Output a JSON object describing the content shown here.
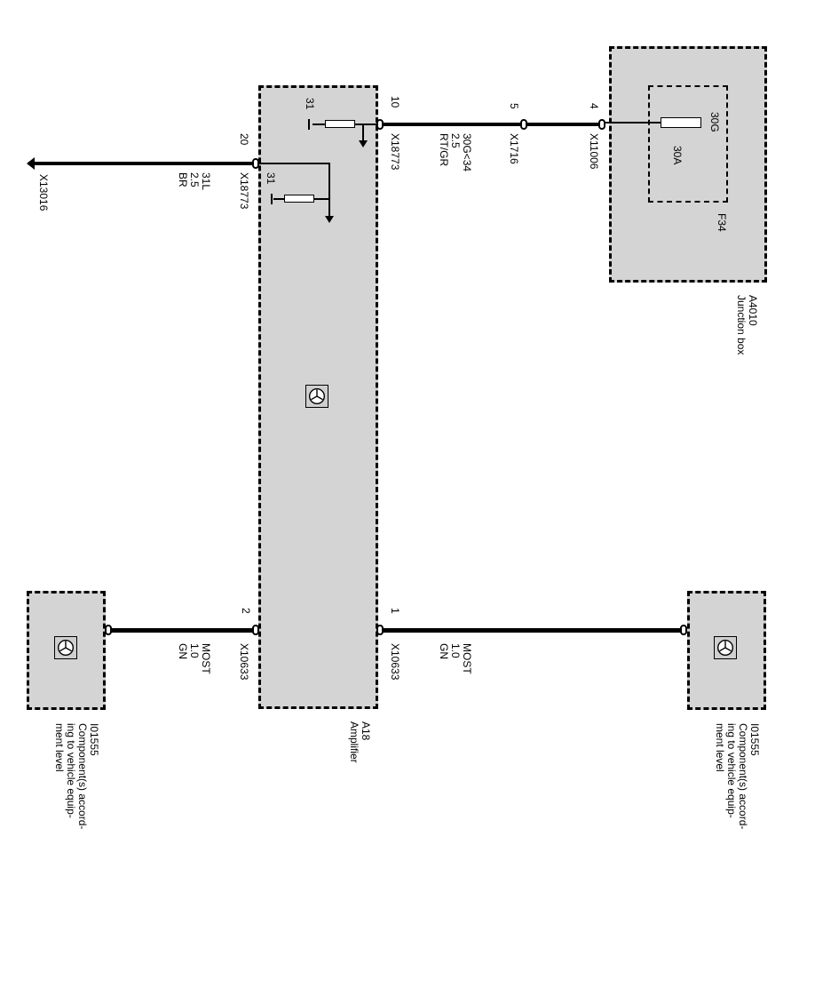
{
  "junction_box": {
    "id": "A4010",
    "name": "Junction box",
    "fuse": "F34",
    "fuse_in": "30G",
    "fuse_out": "30A"
  },
  "amplifier": {
    "id": "A18",
    "name": "Amplifier"
  },
  "component_top": {
    "id": "I01555",
    "lines": [
      "Component(s) accord-",
      "ing to vehicle equip-",
      "ment level"
    ]
  },
  "component_bottom": {
    "id": "I01555",
    "lines": [
      "Component(s) accord-",
      "ing to vehicle equip-",
      "ment level"
    ]
  },
  "wire_power": {
    "pin_junction": "4",
    "connector_junction": "X11006",
    "pin_mid": "5",
    "connector_mid": "X1716",
    "pin_amp": "10",
    "connector_amp": "X18773",
    "signal": "30G<34",
    "gauge": "2.5",
    "color": "RT/GR",
    "ground_label": "31"
  },
  "wire_ground": {
    "pin_amp": "20",
    "connector_amp": "X18773",
    "signal": "31L",
    "gauge": "2.5",
    "color": "BR",
    "ground_label": "31",
    "ground_point": "X13016"
  },
  "wire_most_top": {
    "pin": "1",
    "connector": "X10633",
    "signal": "MOST",
    "gauge": "1.0",
    "color": "GN"
  },
  "wire_most_bottom": {
    "pin": "2",
    "connector": "X10633",
    "signal": "MOST",
    "gauge": "1.0",
    "color": "GN"
  }
}
